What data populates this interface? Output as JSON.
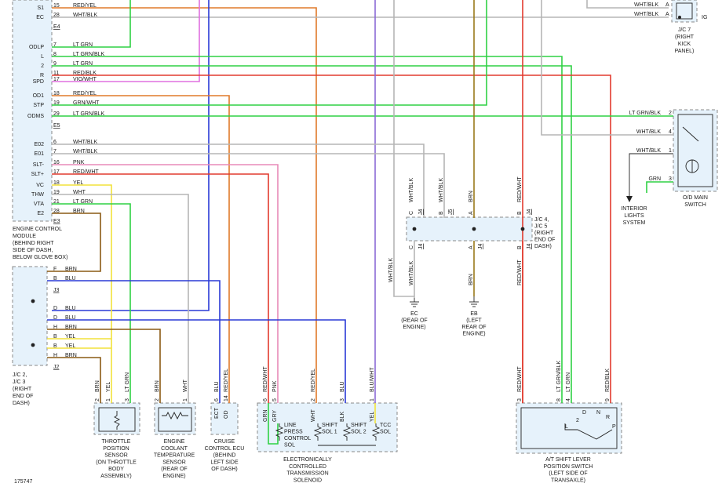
{
  "colors": {
    "red": "#e23a2e",
    "orange": "#e07a2a",
    "green": "#2fd144",
    "lime": "#5ee05a",
    "gray": "#b5b5b5",
    "pink": "#e88ab8",
    "magenta": "#e070e0",
    "blue": "#2a3ad6",
    "brown": "#8a5a14",
    "olive": "#9a7a1a",
    "yellow": "#f2e23a",
    "violet": "#8a6ad6",
    "box_fill": "#e6f2fb"
  },
  "diagram_number": "175747",
  "ecm": {
    "pins": [
      {
        "name": "S1",
        "pin": "15",
        "wire": "RED/YEL"
      },
      {
        "name": "EC",
        "pin": "28",
        "wire": "WHT/BLK"
      },
      {
        "name": "",
        "pin": "E4",
        "wire": ""
      },
      {
        "name": "ODLP",
        "pin": "7",
        "wire": "LT GRN"
      },
      {
        "name": "L",
        "pin": "8",
        "wire": "LT GRN/BLK"
      },
      {
        "name": "2",
        "pin": "9",
        "wire": "LT GRN"
      },
      {
        "name": "R",
        "pin": "11",
        "wire": "RED/BLK"
      },
      {
        "name": "SPD",
        "pin": "17",
        "wire": "VIO/WHT"
      },
      {
        "name": "OD1",
        "pin": "18",
        "wire": "RED/YEL"
      },
      {
        "name": "STP",
        "pin": "19",
        "wire": "GRN/WHT"
      },
      {
        "name": "ODMS",
        "pin": "29",
        "wire": "LT GRN/BLK"
      },
      {
        "name": "",
        "pin": "E5",
        "wire": ""
      },
      {
        "name": "E02",
        "pin": "6",
        "wire": "WHT/BLK"
      },
      {
        "name": "E01",
        "pin": "7",
        "wire": "WHT/BLK"
      },
      {
        "name": "SLT-",
        "pin": "16",
        "wire": "PNK"
      },
      {
        "name": "SLT+",
        "pin": "17",
        "wire": "RED/WHT"
      },
      {
        "name": "VC",
        "pin": "18",
        "wire": "YEL"
      },
      {
        "name": "THW",
        "pin": "19",
        "wire": "WHT"
      },
      {
        "name": "VTA",
        "pin": "21",
        "wire": "LT GRN"
      },
      {
        "name": "E2",
        "pin": "28",
        "wire": "BRN"
      },
      {
        "name": "",
        "pin": "E3",
        "wire": ""
      }
    ],
    "caption": [
      "ENGINE CONTROL",
      "MODULE",
      "(BEHIND RIGHT",
      "SIDE OF DASH,",
      "BELOW GLOVE BOX)"
    ]
  },
  "jc2": {
    "pins": [
      {
        "pin": "F",
        "wire": "BRN"
      },
      {
        "pin": "B",
        "wire": "BLU"
      },
      {
        "pin": "J3",
        "wire": ""
      },
      {
        "pin": "D",
        "wire": "BLU"
      },
      {
        "pin": "D",
        "wire": "BLU"
      },
      {
        "pin": "H",
        "wire": "BRN"
      },
      {
        "pin": "B",
        "wire": "YEL"
      },
      {
        "pin": "B",
        "wire": "YEL"
      },
      {
        "pin": "H",
        "wire": "BRN"
      },
      {
        "pin": "J2",
        "wire": ""
      }
    ],
    "caption": [
      "J/C 2,",
      "J/C 3",
      "(RIGHT",
      "END OF",
      "DASH)"
    ]
  },
  "jc7": {
    "top_wires": [
      {
        "wire": "WHT/BLK",
        "pin": "A"
      },
      {
        "wire": "WHT/BLK",
        "pin": "A"
      }
    ],
    "ig_label": "IG",
    "caption": [
      "J/C 7",
      "(RIGHT",
      "KICK",
      "PANEL)"
    ]
  },
  "od_switch": {
    "pins": [
      {
        "wire": "LT GRN/BLK",
        "pin": "2"
      },
      {
        "wire": "WHT/BLK",
        "pin": "4"
      },
      {
        "wire": "WHT/BLK",
        "pin": "1"
      },
      {
        "wire": "GRN",
        "pin": "3"
      }
    ],
    "caption": [
      "O/D MAIN",
      "SWITCH"
    ],
    "interior_lights": [
      "INTERIOR",
      "LIGHTS",
      "SYSTEM"
    ]
  },
  "jc4": {
    "top_labels": [
      {
        "wire": "WHT/BLK",
        "pin": "C",
        "conn": "J4"
      },
      {
        "wire": "WHT/BLK",
        "pin": "B",
        "conn": "J5"
      },
      {
        "wire": "BRN",
        "pin": "A",
        "conn": ""
      },
      {
        "wire": "RED/WHT",
        "pin": "B",
        "conn": "J4"
      }
    ],
    "bottom_labels": [
      {
        "wire": "WHT/BLK",
        "pin": "C",
        "conn": "J4"
      },
      {
        "wire": "BRN",
        "pin": "A",
        "conn": "J4"
      },
      {
        "wire": "RED/WHT",
        "pin": "B",
        "conn": "J4"
      }
    ],
    "left_wire": "WHT/BLK",
    "caption": [
      "J/C 4,",
      "J/C 5",
      "(RIGHT",
      "END OF",
      "DASH)"
    ]
  },
  "grounds": {
    "ec": [
      "EC",
      "(REAR OF",
      "ENGINE)"
    ],
    "eb": [
      "EB",
      "(LEFT",
      "REAR OF",
      "ENGINE)"
    ]
  },
  "tps": {
    "wires": [
      {
        "wire": "BRN",
        "pin": "2"
      },
      {
        "wire": "YEL",
        "pin": "1"
      },
      {
        "wire": "LT GRN",
        "pin": "3"
      }
    ],
    "caption": [
      "THROTTLE",
      "POSITION",
      "SENSOR",
      "(ON THROTTLE",
      "BODY",
      "ASSEMBLY)"
    ]
  },
  "ect": {
    "wires": [
      {
        "wire": "BRN",
        "pin": "2"
      },
      {
        "wire": "WHT",
        "pin": "1"
      }
    ],
    "caption": [
      "ENGINE",
      "COOLANT",
      "TEMPERATURE",
      "SENSOR",
      "(REAR OF",
      "ENGINE)"
    ]
  },
  "cruise": {
    "wires": [
      {
        "wire": "BLU",
        "pin": "6",
        "term": "ECT"
      },
      {
        "wire": "RED/YEL",
        "pin": "14",
        "term": "OD"
      }
    ],
    "caption": [
      "CRUISE",
      "CONTROL ECU",
      "(BEHIND",
      "LEFT SIDE",
      "OF DASH)"
    ]
  },
  "trans": {
    "wires": [
      {
        "wire": "RED/WHT",
        "pin": "6"
      },
      {
        "wire": "PNK",
        "pin": "5"
      },
      {
        "wire": "RED/YEL",
        "pin": "2"
      },
      {
        "wire": "BLU",
        "pin": "3"
      },
      {
        "wire": "BLU/WHT",
        "pin": "1"
      }
    ],
    "terms": [
      "GRN",
      "GRY",
      "WHT",
      "BLK",
      "YEL"
    ],
    "solenoids": [
      [
        "LINE",
        "PRESS",
        "CONTROL",
        "SOL"
      ],
      [
        "SHIFT",
        "SOL 1"
      ],
      [
        "SHIFT",
        "SOL 2"
      ],
      [
        "TCC",
        "SOL"
      ]
    ],
    "caption": [
      "ELECTRONICALLY",
      "CONTROLLED",
      "TRANSMISSION",
      "SOLENOID"
    ]
  },
  "shift_switch": {
    "wires": [
      {
        "wire": "RED/WHT",
        "pin": "3"
      },
      {
        "wire": "LT GRN/BLK",
        "pin": "8"
      },
      {
        "wire": "LT GRN",
        "pin": "4"
      },
      {
        "wire": "RED/BLK",
        "pin": "9"
      }
    ],
    "positions": [
      "D",
      "N",
      "R",
      "L",
      "2",
      "P"
    ],
    "caption": [
      "A/T SHIFT LEVER",
      "POSITION SWITCH",
      "(LEFT SIDE OF",
      "TRANSAXLE)"
    ]
  }
}
